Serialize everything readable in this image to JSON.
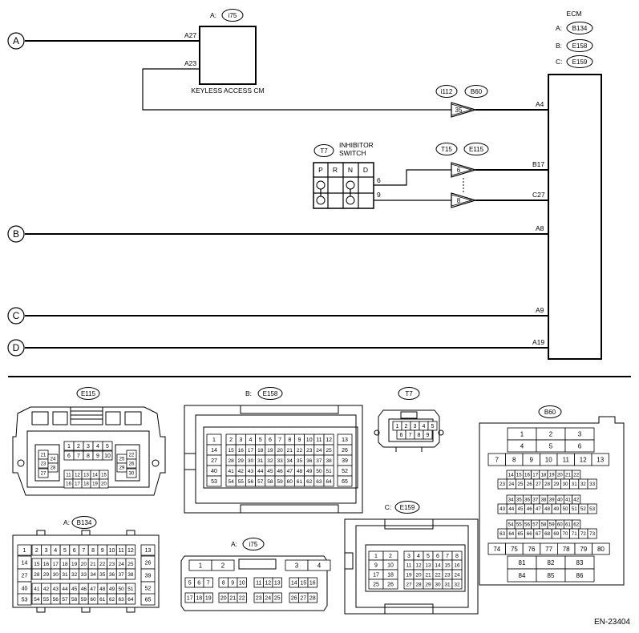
{
  "ecm": {
    "label": "ECM",
    "connectors": [
      {
        "prefix": "A:",
        "name": "B134"
      },
      {
        "prefix": "B:",
        "name": "E158"
      },
      {
        "prefix": "C:",
        "name": "E159"
      }
    ],
    "pins": [
      "A27",
      "A23",
      "A4",
      "B17",
      "C27",
      "A8",
      "A9",
      "A19"
    ]
  },
  "keyless": {
    "label": "KEYLESS ACCESS CM",
    "prefix": "A:",
    "connector": "i75"
  },
  "inhibitor": {
    "line1": "INHIBITOR",
    "line2": "SWITCH",
    "connector": "T7",
    "positions": [
      "P",
      "R",
      "N",
      "D"
    ],
    "pins": [
      "6",
      "9"
    ]
  },
  "joints": {
    "i112": "i112",
    "b60": "B60",
    "pin35": "35",
    "t15": "T15",
    "e115": "E115",
    "pin6": "6",
    "pin8": "8"
  },
  "refs": [
    "A",
    "B",
    "C",
    "D"
  ],
  "connectors": {
    "e115": {
      "title": "E115"
    },
    "e158": {
      "prefix": "B:",
      "title": "E158"
    },
    "t7": {
      "title": "T7"
    },
    "b60": {
      "title": "B60"
    },
    "b134": {
      "prefix": "A:",
      "title": "B134"
    },
    "i75": {
      "prefix": "A:",
      "title": "i75"
    },
    "e159": {
      "prefix": "C:",
      "title": "E159"
    }
  },
  "doc_code": "EN-23404"
}
